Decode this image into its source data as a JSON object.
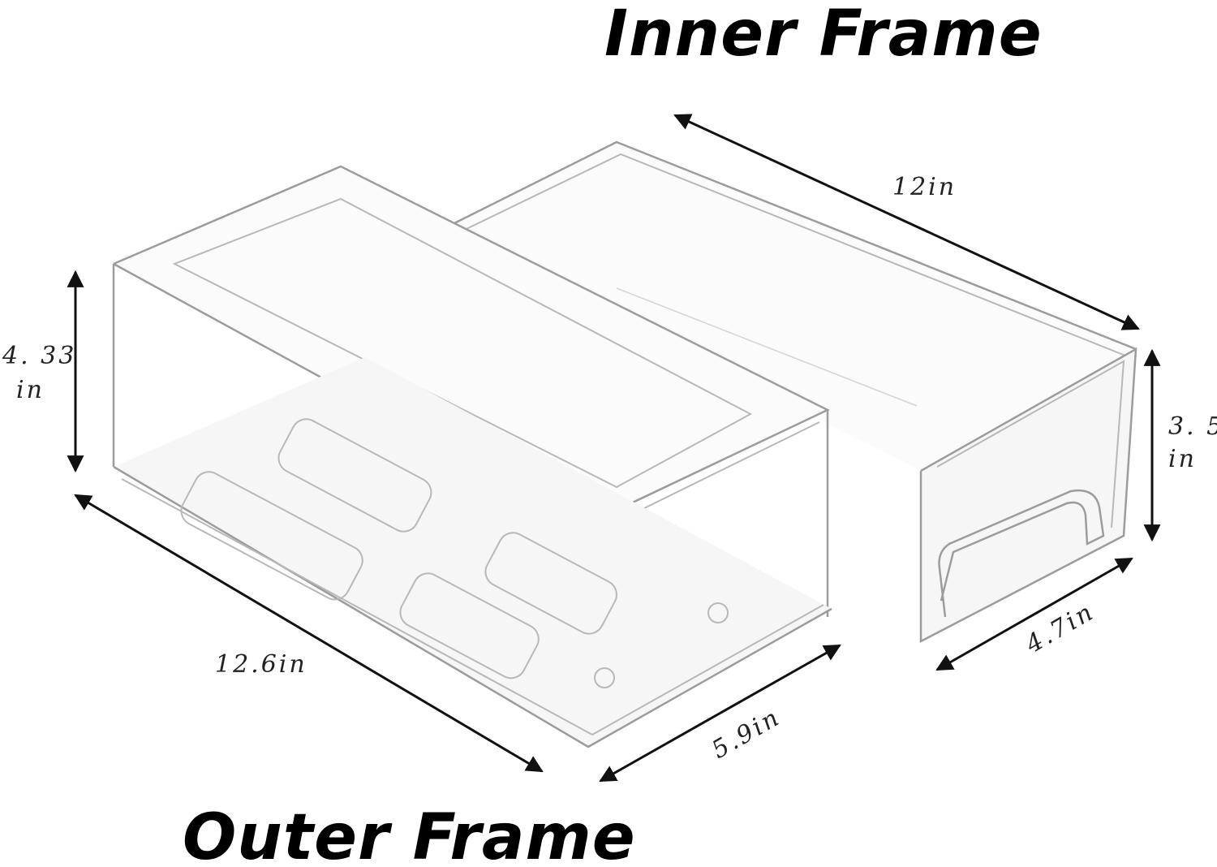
{
  "labels": {
    "inner_frame": "Inner Frame",
    "outer_frame": "Outer Frame"
  },
  "dimensions": {
    "inner_length": "12in",
    "inner_height_value": "3. 5",
    "inner_height_unit": "in",
    "inner_width": "4.7in",
    "outer_height_value": "4. 33",
    "outer_height_unit": "in",
    "outer_length": "12.6in",
    "outer_width": "5.9in"
  },
  "colors": {
    "arrow": "#111111",
    "text": "#000000",
    "plastic_edge": "#b8b8b8"
  }
}
